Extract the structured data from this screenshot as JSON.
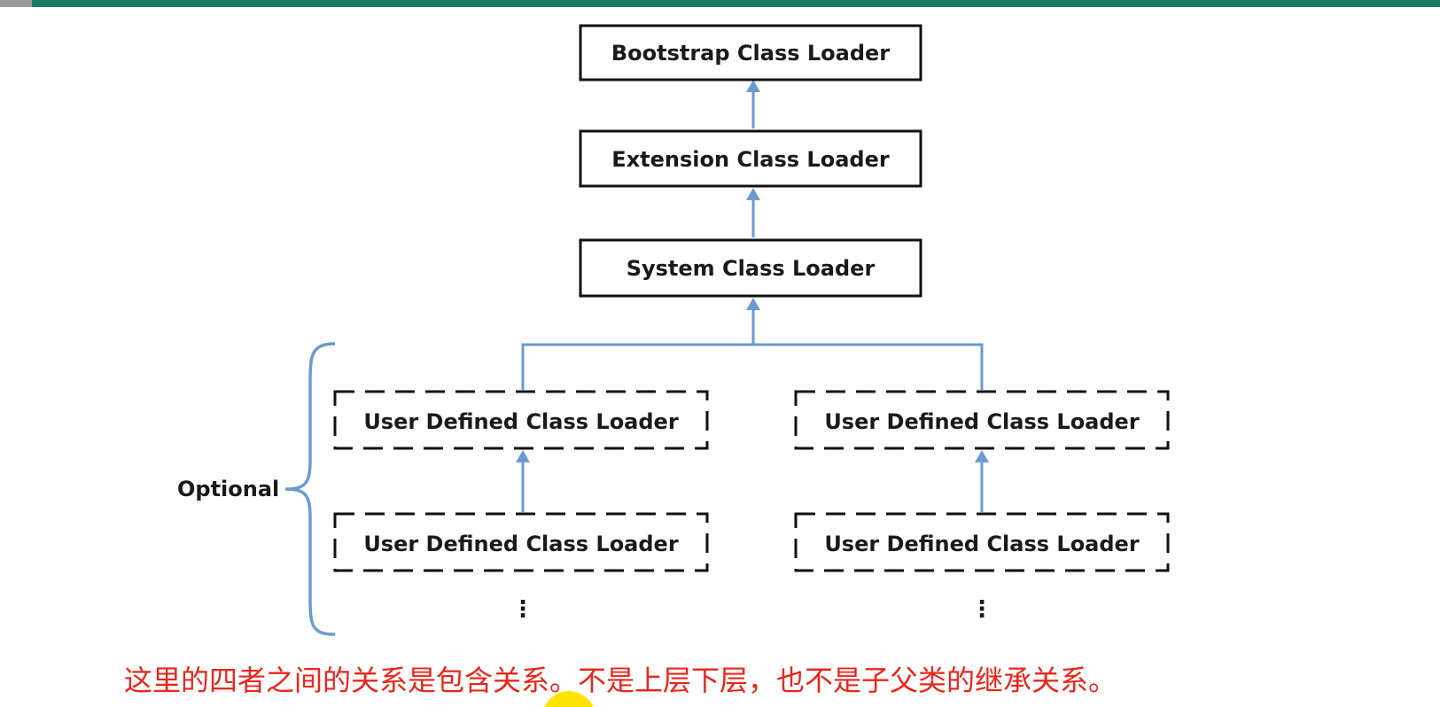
{
  "diagram": {
    "nodes": {
      "bootstrap": "Bootstrap Class Loader",
      "extension": "Extension Class Loader",
      "system": "System Class Loader",
      "user_left_top": "User Defined Class Loader",
      "user_right_top": "User Defined Class Loader",
      "user_left_bottom": "User Defined Class Loader",
      "user_right_bottom": "User Defined Class Loader"
    },
    "optional_label": "Optional",
    "ellipsis": "⋮",
    "edges": [
      {
        "from": "extension",
        "to": "bootstrap"
      },
      {
        "from": "system",
        "to": "extension"
      },
      {
        "from": "user_left_top",
        "to": "system"
      },
      {
        "from": "user_right_top",
        "to": "system"
      },
      {
        "from": "user_left_bottom",
        "to": "user_left_top"
      },
      {
        "from": "user_right_bottom",
        "to": "user_right_top"
      }
    ],
    "colors": {
      "arrow": "#6a9bd0",
      "box_border": "#111111",
      "caption": "#e8261c"
    }
  },
  "caption": "这里的四者之间的关系是包含关系。不是上层下层，也不是子父类的继承关系。"
}
